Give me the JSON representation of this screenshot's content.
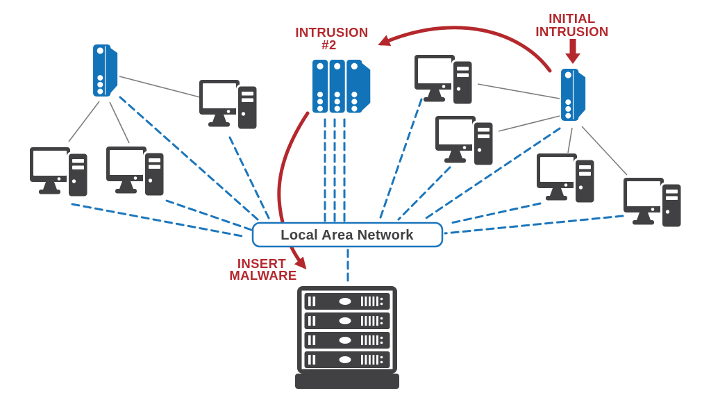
{
  "diagram": {
    "type": "network-intrusion-diagram",
    "labels": {
      "intrusion2": {
        "line1": "INTRUSION",
        "line2": "#2"
      },
      "initial_intrusion": {
        "line1": "INITIAL",
        "line2": "INTRUSION"
      },
      "lan": "Local Area Network",
      "insert_malware": {
        "line1": "INSERT",
        "line2": "MALWARE"
      }
    },
    "colors": {
      "intrusion_red": "#b4282d",
      "server_blue": "#1273b9",
      "dashed_line_blue": "#1b76bc",
      "icon_dark_gray": "#414042",
      "link_gray": "#7d7d7d",
      "background": "#ffffff"
    },
    "icons": {
      "desktop_computer_count": 7,
      "blue_server_towers": [
        "left-server",
        "right-server"
      ],
      "server_cluster": "intrusion-2-target-servers",
      "server_rack": "data-center-rack"
    }
  }
}
